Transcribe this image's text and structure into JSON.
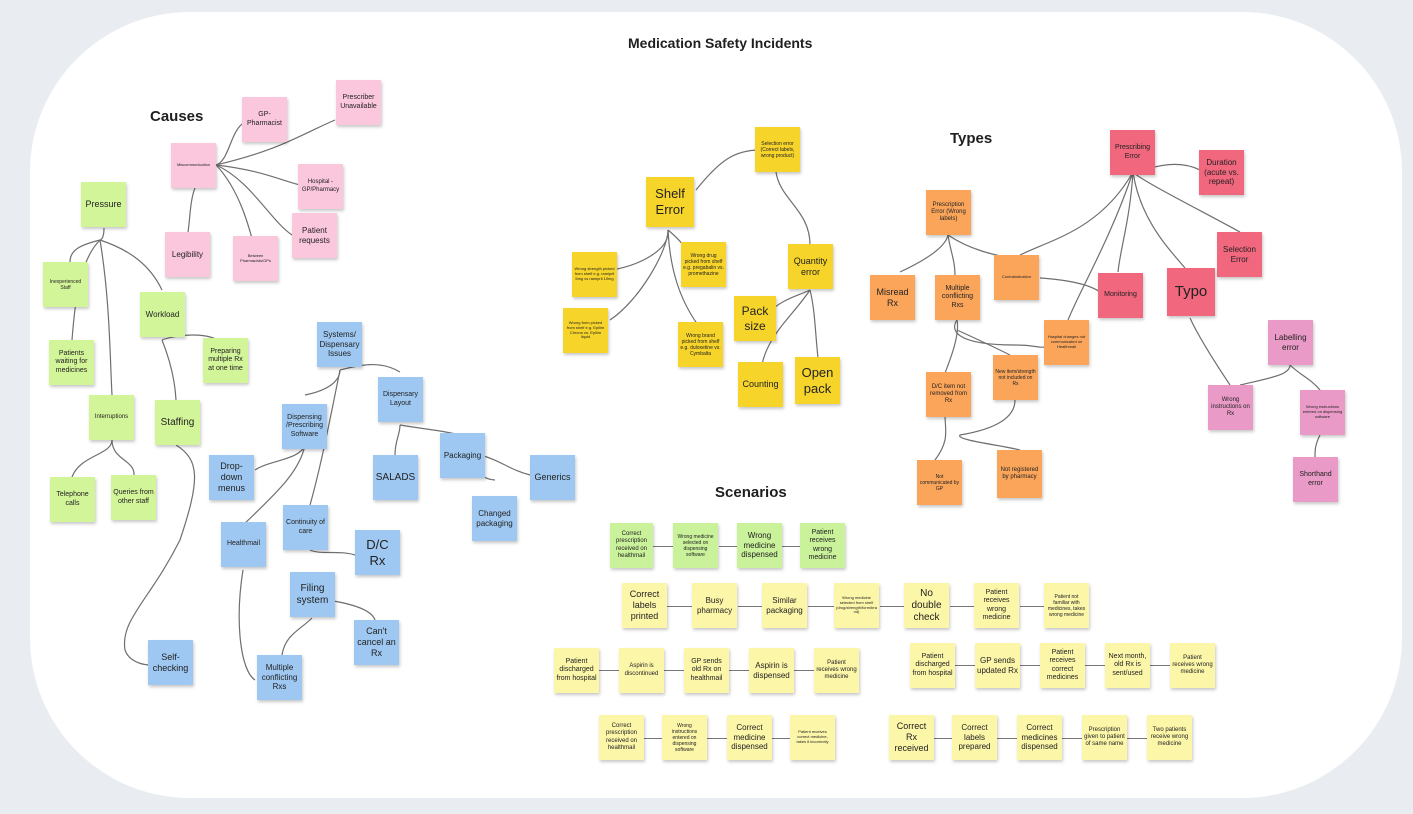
{
  "board": {
    "title": "Medication Safety Incidents",
    "sections": {
      "causes": "Causes",
      "types": "Types",
      "scenarios": "Scenarios"
    }
  },
  "causes": {
    "pressure": "Pressure",
    "inexperienced_staff": "Inexperienced Staff",
    "patients_waiting": "Patients waiting for medicines",
    "interruptions": "Interruptions",
    "telephone_calls": "Telephone calls",
    "queries_other_staff": "Queries from other staff",
    "workload": "Workload",
    "preparing_multiple": "Preparing multiple Rx at one time",
    "staffing": "Staffing",
    "self_checking": "Self-checking",
    "miscommunication": "Miscommunication",
    "gp_pharmacist": "GP-Pharmacist",
    "prescriber_unavailable": "Prescriber Unavailable",
    "hospital_gp_pharmacy": "Hospital - GP/Pharmacy",
    "patient_requests": "Patient requests",
    "between_pharmacists": "Between Pharmacists/GPs",
    "legibility": "Legibility",
    "systems_issues": "Systems/ Dispensary Issues",
    "dispensing_software": "Dispensing /Prescribing Software",
    "dispensary_layout": "Dispensary Layout",
    "drop_down_menus": "Drop-down menus",
    "healthmail": "Healthmail",
    "continuity_of_care": "Continuity of care",
    "dc_rx": "D/C Rx",
    "filing_system": "Filing system",
    "cant_cancel": "Can't cancel an Rx",
    "multiple_conflicting_rxs": "Multiple conflicting Rxs",
    "salads": "SALADS",
    "packaging": "Packaging",
    "changed_packaging": "Changed packaging",
    "generics": "Generics"
  },
  "shelf": {
    "selection_error": "Selection error (Correct labels, wrong product)",
    "shelf_error": "Shelf Error",
    "quantity_error": "Quantity error",
    "wrong_strength": "Wrong strength picked from shelf e.g. ramipril 5mg vs ramipril 10mg",
    "wrong_drug": "Wrong drug picked from shelf e.g. pregabalin vs. promethazine",
    "wrong_form": "Wrong form picked from shelf e.g. Epilim Chrono vs. Epilim liquid",
    "wrong_brand": "Wrong brand picked from shelf e.g. duloxetine vs. Cymbalta",
    "pack_size": "Pack size",
    "counting": "Counting",
    "open_pack": "Open pack"
  },
  "types": {
    "prescribing_error": "Prescribing Error",
    "duration": "Duration (acute vs. repeat)",
    "prescription_error_labels": "Prescription Error (Wrong labels)",
    "selection_error": "Selection Error",
    "misread_rx": "Misread Rx",
    "multiple_conflicting_rxs": "Multiple conflicting Rxs",
    "contraindication": "Contraindication",
    "monitoring": "Monitoring",
    "typo": "Typo",
    "hospital_changes": "Hospital changes not communicated on Healthmail",
    "new_item_strength": "New item/strength not included on Rx",
    "dc_item_not_removed": "D/C item not removed from Rx",
    "not_communicated_gp": "Not communicated by GP",
    "not_registered": "Not registered by pharmacy",
    "labelling_error": "Labelling error",
    "wrong_instructions_rx": "Wrong instructions on Rx",
    "wrong_instructions_software": "Wrong instructions entered on dispensing software",
    "shorthand_error": "Shorthand error"
  },
  "scenarios": {
    "row1": [
      "Correct prescription received on healthmail",
      "Wrong medicine selected on dispensing software",
      "Wrong medicine dispensed",
      "Patient receives wrong medicine"
    ],
    "row2": [
      "Correct labels printed",
      "Busy pharmacy",
      "Similar packaging",
      "Wrong medicine selected from shelf (drug/strength/form/brand)",
      "No double check",
      "Patient receives wrong medicine",
      "Patient not familiar with medicines, takes wrong medicine"
    ],
    "row3a": [
      "Patient discharged from hospital",
      "Aspirin is discontinued",
      "GP sends old Rx on healthmail",
      "Aspirin is dispensed",
      "Patient receives wrong medicine"
    ],
    "row3b": [
      "Patient discharged from hospital",
      "GP sends updated Rx",
      "Patient receives correct medicines",
      "Next month, old Rx is sent/used",
      "Patient receives wrong medicine"
    ],
    "row4a": [
      "Correct prescription received on healthmail",
      "Wrong instructions entered on dispensing software",
      "Correct medicine dispensed",
      "Patient receives correct medicine, takes it incorrectly"
    ],
    "row4b": [
      "Correct Rx received",
      "Correct labels prepared",
      "Correct medicines dispensed",
      "Prescription given to patient of same name",
      "Two patients receive wrong medicine"
    ]
  },
  "colors": {
    "green": "#d3f59a",
    "pink": "#fbc7dc",
    "blue": "#9ec8f2",
    "yellow": "#f7d42a",
    "orange": "#fba55a",
    "red": "#f0677e",
    "mauve": "#e99ac6",
    "scenario_yellow": "#fcf6a9",
    "scenario_green": "#c9f29b"
  }
}
